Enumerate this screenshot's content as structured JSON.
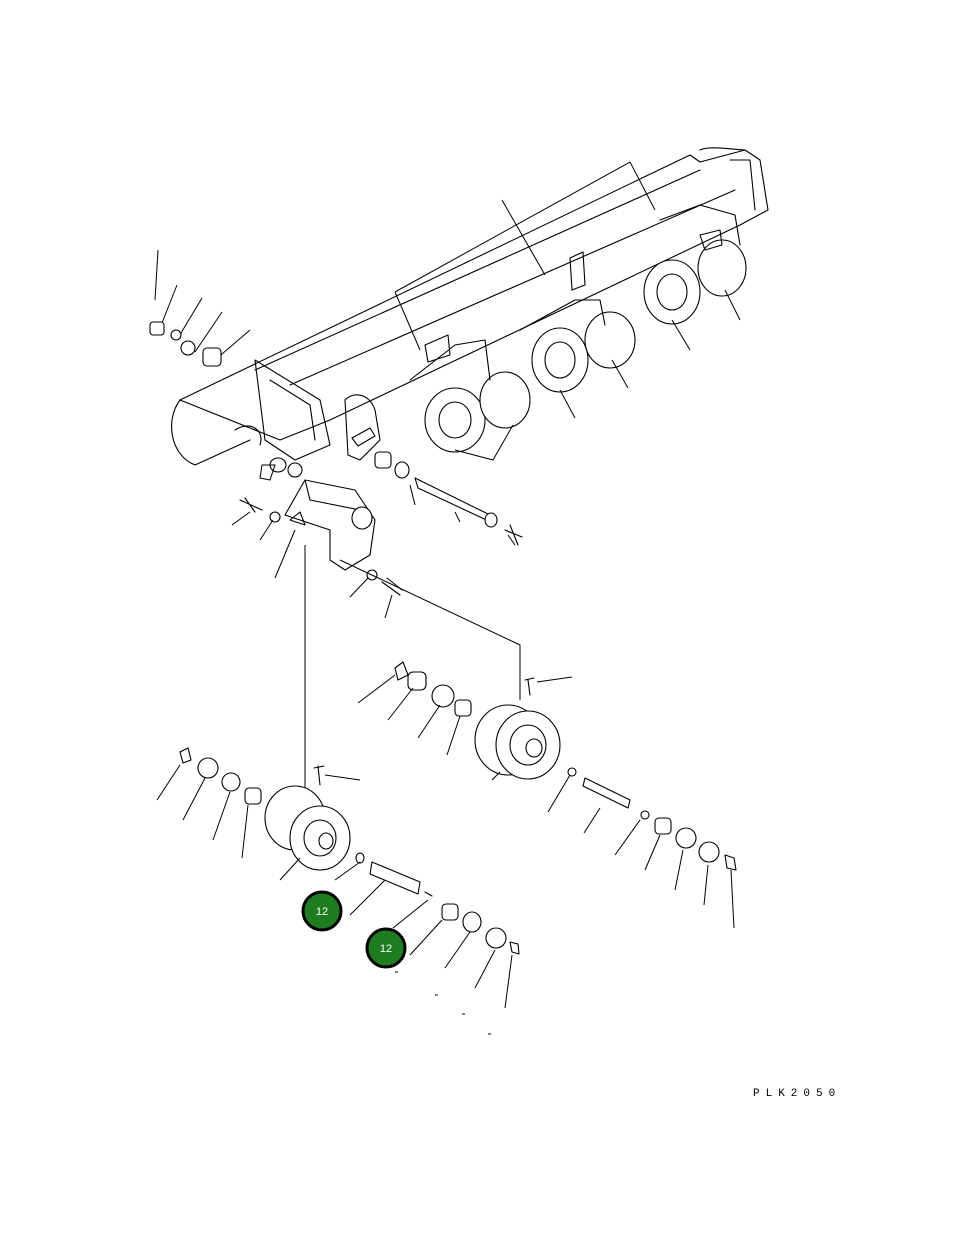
{
  "diagram": {
    "drawing_code": "PLK2050",
    "callouts": [
      {
        "label": "12"
      },
      {
        "label": "12"
      }
    ],
    "colors": {
      "callout_fill": "#1e7d1e",
      "callout_ring": "#000000",
      "line": "#000000",
      "background": "#ffffff"
    }
  }
}
